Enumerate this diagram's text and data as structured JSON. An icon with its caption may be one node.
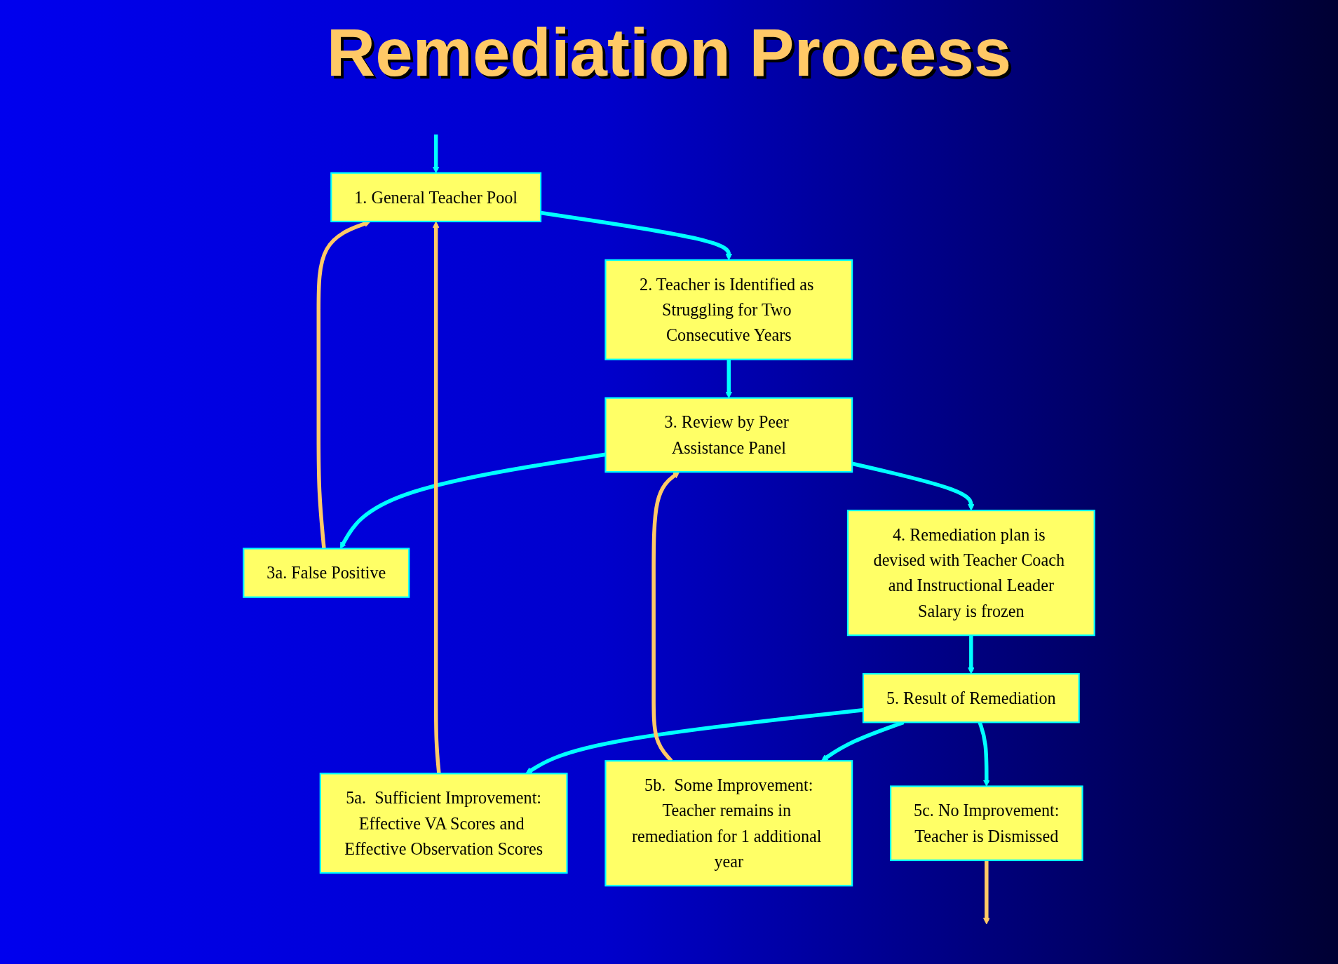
{
  "diagram": {
    "title": "Remediation Process",
    "nodes": [
      {
        "text": [
          "1. General Teacher Pool"
        ]
      },
      {
        "text": [
          "2. Teacher is Identified as Struggling for Two Consecutive Years"
        ]
      },
      {
        "text": [
          "3a. False Positive"
        ]
      },
      {
        "text": [
          "3. Review by Peer Assistance Panel"
        ]
      },
      {
        "text": [
          "4. Remediation plan is devised with Teacher Coach and Instructional Leader",
          "Salary is frozen"
        ]
      },
      {
        "text": [
          "5. Result of Remediation"
        ]
      },
      {
        "text": [
          "5a.  Sufficient Improvement:",
          "Effective VA Scores and Effective Observation Scores"
        ]
      },
      {
        "text": [
          "5b.  Some Improvement:",
          "Teacher remains in remediation for 1 additional year"
        ]
      },
      {
        "text": [
          "5c.  No Improvement:",
          "Teacher is Dismissed"
        ]
      }
    ],
    "edges": [
      {
        "from": null,
        "to": 0,
        "arrow": "to"
      },
      {
        "from": 0,
        "to": 1,
        "arrow": "to"
      },
      {
        "from": 1,
        "to": 3,
        "arrow": "to"
      },
      {
        "from": 3,
        "to": 2,
        "arrow": "to"
      },
      {
        "from": 2,
        "to": 0,
        "arrow": "to",
        "color": "#ffc966"
      },
      {
        "from": 3,
        "to": 4,
        "arrow": "to"
      },
      {
        "from": 4,
        "to": 5,
        "arrow": "to"
      },
      {
        "from": 5,
        "to": 6,
        "arrow": "to"
      },
      {
        "from": 5,
        "to": 7,
        "arrow": "to"
      },
      {
        "from": 5,
        "to": 8,
        "arrow": "to"
      },
      {
        "from": 6,
        "to": 0,
        "arrow": "to",
        "color": "#ffc966"
      },
      {
        "from": 7,
        "to": 3,
        "arrow": "to",
        "color": "#ffc966"
      },
      {
        "from": 8,
        "to": null,
        "arrow": "to",
        "color": "#ffc966"
      }
    ]
  }
}
